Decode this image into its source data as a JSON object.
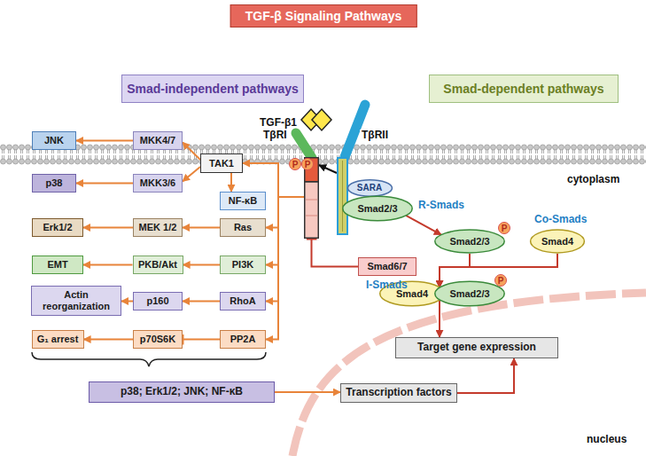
{
  "diagram": {
    "title": "TGF-β Signaling Pathways",
    "nodes": [
      {
        "text": [
          "Smad-independent pathways"
        ]
      },
      {
        "text": [
          "Smad-dependent pathways"
        ]
      },
      {
        "text": [
          "TβRI"
        ]
      },
      {
        "text": [
          "TβRII"
        ]
      },
      {
        "text": [
          "SARA"
        ]
      },
      {
        "text": [
          "Smad2/3"
        ]
      },
      {
        "text": [
          "JNK"
        ]
      },
      {
        "text": [
          "MKK4/7"
        ]
      },
      {
        "text": [
          "TAK1"
        ]
      },
      {
        "text": [
          "p38"
        ]
      },
      {
        "text": [
          "MKK3/6"
        ]
      },
      {
        "text": [
          "NF-κB"
        ]
      },
      {
        "text": [
          "Erk1/2"
        ]
      },
      {
        "text": [
          "MEK 1/2"
        ]
      },
      {
        "text": [
          "Ras"
        ]
      },
      {
        "text": [
          "EMT"
        ]
      },
      {
        "text": [
          "PKB/Akt"
        ]
      },
      {
        "text": [
          "PI3K"
        ]
      },
      {
        "text": [
          "Actin reorganization"
        ]
      },
      {
        "text": [
          "p160"
        ]
      },
      {
        "text": [
          "RhoA"
        ]
      },
      {
        "text": [
          "G₁ arrest"
        ]
      },
      {
        "text": [
          "p70S6K"
        ]
      },
      {
        "text": [
          "PP2A"
        ]
      },
      {
        "text": [
          "Smad6/7"
        ]
      },
      {
        "text": [
          "Smad2/3"
        ]
      },
      {
        "text": [
          "Smad4"
        ]
      },
      {
        "text": [
          "Smad4"
        ]
      },
      {
        "text": [
          "Smad2/3"
        ]
      },
      {
        "text": [
          "p38; Erk1/2; JNK; NF-κB"
        ]
      },
      {
        "text": [
          "Transcription factors"
        ]
      },
      {
        "text": [
          "Target gene expression"
        ]
      }
    ],
    "edges": [
      {
        "from": 3,
        "to": 2,
        "arrow": "to"
      },
      {
        "from": 2,
        "to": 8,
        "arrow": "to"
      },
      {
        "from": 2,
        "to": 14,
        "arrow": "to"
      },
      {
        "from": 2,
        "to": 17,
        "arrow": "to"
      },
      {
        "from": 2,
        "to": 20,
        "arrow": "to"
      },
      {
        "from": 2,
        "to": 23,
        "arrow": "to"
      },
      {
        "from": 8,
        "to": 7,
        "arrow": "to"
      },
      {
        "from": 8,
        "to": 10,
        "arrow": "to"
      },
      {
        "from": 8,
        "to": 11,
        "arrow": "to"
      },
      {
        "from": 7,
        "to": 6,
        "arrow": "to"
      },
      {
        "from": 10,
        "to": 9,
        "arrow": "to"
      },
      {
        "from": 14,
        "to": 13,
        "arrow": "to"
      },
      {
        "from": 13,
        "to": 12,
        "arrow": "to"
      },
      {
        "from": 17,
        "to": 16,
        "arrow": "to"
      },
      {
        "from": 16,
        "to": 15,
        "arrow": "to"
      },
      {
        "from": 20,
        "to": 19,
        "arrow": "to"
      },
      {
        "from": 19,
        "to": 18,
        "arrow": "to"
      },
      {
        "from": 23,
        "to": 22,
        "arrow": "to"
      },
      {
        "from": 22,
        "to": 21,
        "arrow": "to"
      },
      {
        "from": 24,
        "to": 2,
        "arrow": "to"
      },
      {
        "from": 5,
        "to": 25,
        "arrow": "to"
      },
      {
        "from": 25,
        "to": 28,
        "arrow": "to"
      },
      {
        "from": 26,
        "to": 27,
        "arrow": "to"
      },
      {
        "from": 28,
        "to": 31,
        "arrow": "to"
      },
      {
        "from": 29,
        "to": 30,
        "arrow": "to"
      },
      {
        "from": 30,
        "to": 31,
        "arrow": "to"
      }
    ],
    "labels": [
      "TGF-β1",
      "P",
      "P",
      "cytoplasm",
      "R-Smads",
      "I-Smads",
      "Co-Smads",
      "P",
      "P",
      "nucleus"
    ]
  }
}
